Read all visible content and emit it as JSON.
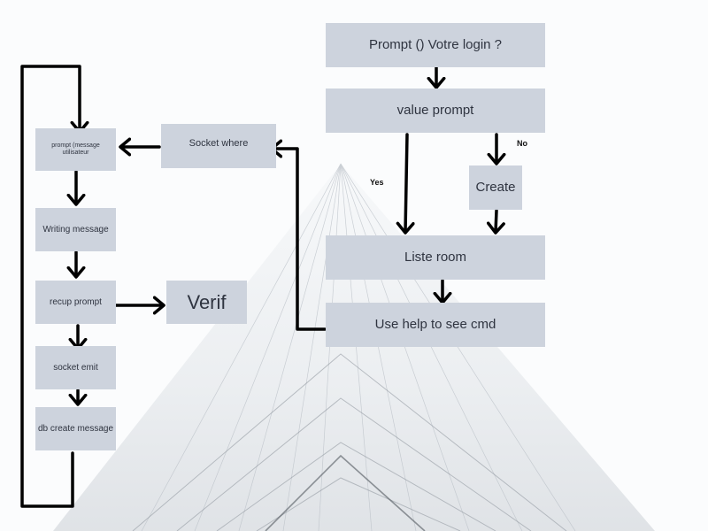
{
  "nodes": {
    "prompt_login": "Prompt () Votre login ?",
    "value_prompt": "value prompt",
    "create": "Create",
    "liste_room": "Liste room",
    "use_help": "Use help to see cmd",
    "socket_where": "Socket where",
    "prompt_message": "prompt (message utilisateur",
    "writing_message": "Writing message",
    "recup_prompt": "recup prompt",
    "verif": "Verif",
    "socket_emit": "socket emit",
    "db_create_message": "db create message"
  },
  "edge_labels": {
    "yes": "Yes",
    "no": "No"
  },
  "colors": {
    "box_fill": "#cdd3dd",
    "box_text": "#2f3440",
    "arrow": "#000000",
    "background": "#fbfcfd"
  }
}
